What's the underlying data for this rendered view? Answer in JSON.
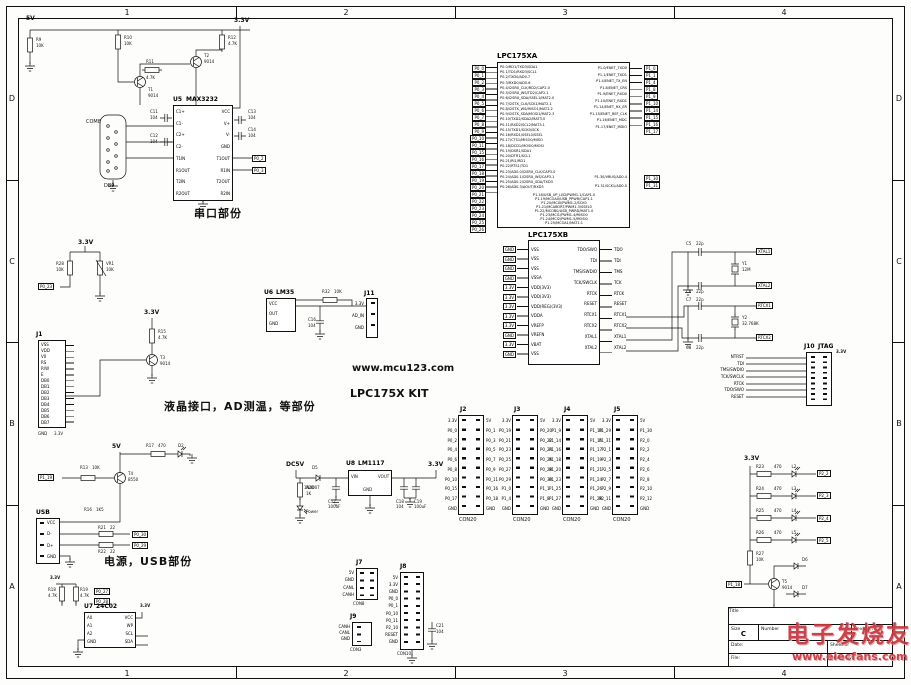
{
  "frame": {
    "cols": [
      "1",
      "2",
      "3",
      "4"
    ],
    "rows": [
      "D",
      "C",
      "B",
      "A"
    ]
  },
  "nets": {
    "v33": "3.3V",
    "v5": "5V",
    "gnd": "GND",
    "dc5": "DC5V"
  },
  "branding": {
    "site": "www.mcu123.com",
    "kit": "LPC175X KIT"
  },
  "sections": {
    "serial": "串口部份",
    "lcd_ad": "液晶接口，AD测温，等部份",
    "power_usb": "电源，USB部份"
  },
  "watermark": {
    "brand": "电子发烧友",
    "url": "www.elecfans.com",
    "color": "#c4343c"
  },
  "serial": {
    "com_ref": "COM8",
    "com_type": "DB9",
    "u_ref": "U5",
    "u_name": "MAX3232",
    "left_pins": [
      "C1+",
      "C1-",
      "C2+",
      "C2-",
      "T1IN",
      "R1OUT",
      "T2IN",
      "R2OUT"
    ],
    "right_pins": [
      "VCC",
      "V+",
      "V-",
      "GND",
      "T1OUT",
      "R1IN",
      "T2OUT",
      "R2IN"
    ],
    "r9": "R9",
    "r9v": "10K",
    "r10": "R10",
    "r10v": "10K",
    "r11": "R11",
    "r11v": "4.7K",
    "r12": "R12",
    "r12v": "4.7K",
    "t1": "T1",
    "t1v": "9014",
    "t2": "T2",
    "t2v": "9014",
    "c11": "C11",
    "c11v": "104",
    "c12": "C12",
    "c12v": "104",
    "c13": "C13",
    "c13v": "104",
    "c14": "C14",
    "c14v": "104",
    "net_txd": "P0_2",
    "net_rxd": "P0_3"
  },
  "mcu_a": {
    "name": "LPC175XA",
    "left_pins": [
      {
        "net": "P0_0",
        "pin": "P0.0/RD1/TXD3/SDA1"
      },
      {
        "net": "P0_1",
        "pin": "P0.1/TD1/RXD3/SCL1"
      },
      {
        "net": "P0_2",
        "pin": "P0.2/TXD0/AD0.7"
      },
      {
        "net": "P0_3",
        "pin": "P0.3/RXD0/AD0.6"
      },
      {
        "net": "P0_4",
        "pin": "P0.4/I2SRX_CLK/RD2/CAP2.0"
      },
      {
        "net": "P0_5",
        "pin": "P0.5/I2SRX_WS/TD2/CAP2.1"
      },
      {
        "net": "P0_6",
        "pin": "P0.6/I2SRX_SDA/SSEL1/MAT2.0"
      },
      {
        "net": "P0_7",
        "pin": "P0.7/I2STX_CLK/SCK1/MAT2.1"
      },
      {
        "net": "P0_8",
        "pin": "P0.8/I2STX_WS/MISO1/MAT2.2"
      },
      {
        "net": "P0_9",
        "pin": "P0.9/I2STX_SDA/MOSI1/MAT2.3"
      },
      {
        "net": "P0_10",
        "pin": "P0.10/TXD2/SDA2/MAT3.0"
      },
      {
        "net": "P0_11",
        "pin": "P0.11/RXD2/SCL2/MAT3.1"
      },
      {
        "net": "P0_15",
        "pin": "P0.15/TXD1/SCK0/SCK"
      },
      {
        "net": "P0_16",
        "pin": "P0.16/RXD1/SSEL0/SSEL"
      },
      {
        "net": "P0_17",
        "pin": "P0.17/CTS1/MISO0/MISO"
      },
      {
        "net": "P0_18",
        "pin": "P0.18/DCD1/MOSI0/MOSI"
      },
      {
        "net": "P0_19",
        "pin": "P0.19/DSR1/SDA1"
      },
      {
        "net": "P0_20",
        "pin": "P0.20/DTR1/SCL1"
      },
      {
        "net": "P0_21",
        "pin": "P0.21/RI1/RD1"
      },
      {
        "net": "P0_22",
        "pin": "P0.22/RTS1/TD1"
      },
      {
        "net": "P0_23",
        "pin": "P0.23/AD0.0/I2SRX_CLK/CAP3.0"
      },
      {
        "net": "P0_24",
        "pin": "P0.24/AD0.1/I2SRX_WS/CAP3.1"
      },
      {
        "net": "P0_25",
        "pin": "P0.25/AD0.2/I2SRX_SDA/TXD3"
      },
      {
        "net": "P0_26",
        "pin": "P0.26/AD0.3/AOUT/RXD3"
      }
    ],
    "right_top": [
      {
        "pin": "P1.0/ENET_TXD0",
        "net": "P1_0"
      },
      {
        "pin": "P1.1/ENET_TXD1",
        "net": "P1_1"
      },
      {
        "pin": "P1.4/ENET_TX_EN",
        "net": "P1_4"
      },
      {
        "pin": "P1.8/ENET_CRS",
        "net": "P1_8"
      },
      {
        "pin": "P1.9/ENET_RXD0",
        "net": "P1_9"
      },
      {
        "pin": "P1.10/ENET_RXD1",
        "net": "P1_10"
      },
      {
        "pin": "P1.14/ENET_RX_ER",
        "net": "P1_14"
      },
      {
        "pin": "P1.15/ENET_REF_CLK",
        "net": "P1_15"
      },
      {
        "pin": "P1.16/ENET_MDC",
        "net": "P1_16"
      },
      {
        "pin": "P1.17/ENET_MDIO",
        "net": "P1_17"
      }
    ],
    "right_bottom": [
      {
        "pin": "P1.30/VBUS/AD0.4",
        "net": "P1_30"
      },
      {
        "pin": "P1.31/SCK1/AD0.5",
        "net": "P1_31"
      }
    ],
    "bottom_lines": [
      "P1.18/USB_UP_LED/PWM1.1/CAP1.0",
      "P1.19/MCOA0/USB_PPWR/CAP1.1",
      "P1.20/MCI0/PWM1.2/SCK0",
      "P1.21/MCABORT/PWM1.3/SSEL0",
      "P1.22/MCOB0/USB_PWRD/MAT1.0",
      "P1.23/MCI1/PWM1.4/MISO0",
      "P1.24/MCI2/PWM1.5/MOSI0",
      "P1.25/MCOA1/MAT1.1"
    ]
  },
  "mcu_b": {
    "name": "LPC175XB",
    "left_pins": [
      {
        "net": "GND",
        "pin": "VSS"
      },
      {
        "net": "GND",
        "pin": "VSS"
      },
      {
        "net": "GND",
        "pin": "VSS"
      },
      {
        "net": "GND",
        "pin": "VSSA"
      },
      {
        "net": "3.3V",
        "pin": "VDD(3V3)"
      },
      {
        "net": "3.3V",
        "pin": "VDD(3V3)"
      },
      {
        "net": "3.3V",
        "pin": "VDD(REG)(3V3)"
      },
      {
        "net": "3.3V",
        "pin": "VDDA"
      },
      {
        "net": "3.3V",
        "pin": "VREFP"
      },
      {
        "net": "GND",
        "pin": "VREFN"
      },
      {
        "net": "3.3V",
        "pin": "VBAT"
      },
      {
        "net": "GND",
        "pin": "VSS"
      }
    ],
    "right_pins": [
      {
        "pin": "TDO/SWO",
        "net": "TDO"
      },
      {
        "pin": "TDI",
        "net": "TDI"
      },
      {
        "pin": "TMS/SWDIO",
        "net": "TMS"
      },
      {
        "pin": "TCK/SWCLK",
        "net": "TCK"
      },
      {
        "pin": "RTCK",
        "net": "RTCK"
      },
      {
        "pin": "RESET",
        "net": "RESET"
      },
      {
        "pin": "RTCX1",
        "net": "RTCX1"
      },
      {
        "pin": "RTCX2",
        "net": "RTCX2"
      },
      {
        "pin": "XTAL1",
        "net": "XTAL1"
      },
      {
        "pin": "XTAL2",
        "net": "XTAL2"
      }
    ]
  },
  "crystals": {
    "y1": "Y1",
    "y1v": "12M",
    "c5": "C5",
    "c5v": "22p",
    "c6": "C6",
    "c6v": "22p",
    "xt1": "XTAL1",
    "xt2": "XTAL2",
    "y2": "Y2",
    "y2v": "32.768K",
    "c7": "C7",
    "c7v": "22p",
    "c8": "C8",
    "c8v": "22p",
    "rt1": "RTCX1",
    "rt2": "RTCX2"
  },
  "jtag": {
    "ref": "J10",
    "label": "JTAG",
    "rail": "3.3V",
    "signals": [
      "NTRST",
      "TDI",
      "TMS/SWDIO",
      "TCK/SWCLK",
      "RTCK",
      "TDO/SWO",
      "RESET"
    ]
  },
  "io_headers": [
    {
      "ref": "J2",
      "label": "CON20",
      "left": [
        "3.3V",
        "P0_0",
        "P0_2",
        "P0_4",
        "P0_6",
        "P0_8",
        "P0_10",
        "P0_15",
        "P0_17",
        "GND"
      ],
      "right": [
        "5V",
        "P0_1",
        "P0_3",
        "P0_5",
        "P0_7",
        "P0_9",
        "P0_11",
        "P0_16",
        "P0_18",
        "GND"
      ]
    },
    {
      "ref": "J3",
      "label": "CON20",
      "left": [
        "3.3V",
        "P0_19",
        "P0_21",
        "P0_23",
        "P0_25",
        "P0_27",
        "P0_29",
        "P1_0",
        "P1_4",
        "GND"
      ],
      "right": [
        "5V",
        "P0_20",
        "P0_22",
        "P0_24",
        "P0_26",
        "P0_28",
        "P0_30",
        "P1_1",
        "P1_8",
        "GND"
      ]
    },
    {
      "ref": "J4",
      "label": "CON20",
      "left": [
        "3.3V",
        "P1_9",
        "P1_14",
        "P1_16",
        "P1_18",
        "P1_20",
        "P1_23",
        "P1_25",
        "P1_27",
        "GND"
      ],
      "right": [
        "5V",
        "P1_10",
        "P1_15",
        "P1_17",
        "P1_19",
        "P1_21",
        "P1_24",
        "P1_26",
        "P1_28",
        "GND"
      ]
    },
    {
      "ref": "J5",
      "label": "CON20",
      "left": [
        "3.3V",
        "P1_29",
        "P1_31",
        "P2_1",
        "P2_3",
        "P2_5",
        "P2_7",
        "P2_9",
        "P2_11",
        "GND"
      ],
      "right": [
        "5V",
        "P1_30",
        "P2_0",
        "P2_2",
        "P2_4",
        "P2_6",
        "P2_8",
        "P2_10",
        "P2_12",
        "GND"
      ]
    }
  ],
  "lcd": {
    "ref": "J1",
    "rows": [
      "VSS",
      "VDD",
      "V0",
      "RS",
      "R/W",
      "E",
      "DB0",
      "DB1",
      "DB2",
      "DB3",
      "DB4",
      "DB5",
      "DB6",
      "DB7"
    ]
  },
  "pot": {
    "r28": "R28",
    "r28v": "10K",
    "vr1": "VR1",
    "vr1v": "10K",
    "net": "P0_23"
  },
  "backlight": {
    "r15": "R15",
    "r15v": "4.7K",
    "t3": "T3",
    "t3v": "9014",
    "net": "P0_26"
  },
  "temp": {
    "ref": "U6",
    "name": "LM35",
    "pins": [
      "VCC",
      "OUT",
      "GND"
    ],
    "hdr_ref": "J11",
    "hdr_rows": [
      "3.3V",
      "AD_IN",
      "GND"
    ],
    "r32": "R32",
    "r32v": "10K",
    "c16": "C16",
    "c16v": "104"
  },
  "usb": {
    "label": "USB",
    "pins": [
      "VCC",
      "D-",
      "D+",
      "GND"
    ],
    "t4": "T4",
    "t4v": "8550",
    "r13": "R13",
    "r13v": "10K",
    "r16": "R16",
    "r16v": "1K5",
    "r17": "R17",
    "r17v": "470",
    "d2": "D2",
    "r21": "R21",
    "r21v": "22",
    "r22": "R22",
    "r22v": "22",
    "net_en": "P1_19",
    "net_dm": "P0_30",
    "net_dp": "P0_29"
  },
  "eeprom": {
    "ref": "U7",
    "name": "24C02",
    "left": [
      "A0",
      "A1",
      "A2",
      "GND"
    ],
    "right": [
      "VCC",
      "WP",
      "SCL",
      "SDA"
    ],
    "r18": "R18",
    "r18v": "4.7K",
    "r19": "R19",
    "r19v": "4.7K",
    "net_sda": "P0_27",
    "net_scl": "P0_28"
  },
  "reg": {
    "ref": "U8",
    "name": "LM1117",
    "vin": "VIN",
    "vout": "VOUT",
    "gnd": "GND",
    "d5": "D5",
    "d5v": "1N4007",
    "c17": "C17",
    "c17v": "100uF",
    "c18": "C18",
    "c18v": "104",
    "c19": "C19",
    "c19v": "100uF",
    "r20": "R20",
    "r20v": "1K",
    "power": "Power"
  },
  "leds": [
    {
      "r": "R23",
      "rv": "470",
      "d": "L2",
      "net": "P2_2"
    },
    {
      "r": "R24",
      "rv": "470",
      "d": "L3",
      "net": "P2_3"
    },
    {
      "r": "R25",
      "rv": "470",
      "d": "L4",
      "net": "P2_4"
    },
    {
      "r": "R26",
      "rv": "470",
      "d": "L5",
      "net": "P2_5"
    }
  ],
  "key": {
    "r27": "R27",
    "r27v": "10K",
    "t5": "T5",
    "t5v": "9014",
    "d6": "D6",
    "d7": "D7",
    "net": "P1_18"
  },
  "aux": {
    "j7": {
      "ref": "J7",
      "label": "CON8",
      "rows": [
        "5V",
        "GND",
        "CANL",
        "CANH"
      ]
    },
    "j8": {
      "ref": "J8",
      "label": "CON10",
      "rows": [
        "5V",
        "3.3V",
        "GND",
        "P0_0",
        "P0_1",
        "P0_10",
        "P0_11",
        "P2_10",
        "RESET",
        "GND"
      ]
    },
    "j9": {
      "ref": "J9",
      "label": "CON3",
      "rows": [
        "CANH",
        "CANL",
        "GND"
      ]
    },
    "c21": "C21",
    "c21v": "104"
  },
  "title_block": {
    "title_label": "Title",
    "size_label": "Size",
    "size": "C",
    "number_label": "Number",
    "rev_label": "Revision",
    "date_label": "Date:",
    "file_label": "File:",
    "sheet_label": "Sheet of",
    "drawn_label": "Drawn By:"
  }
}
